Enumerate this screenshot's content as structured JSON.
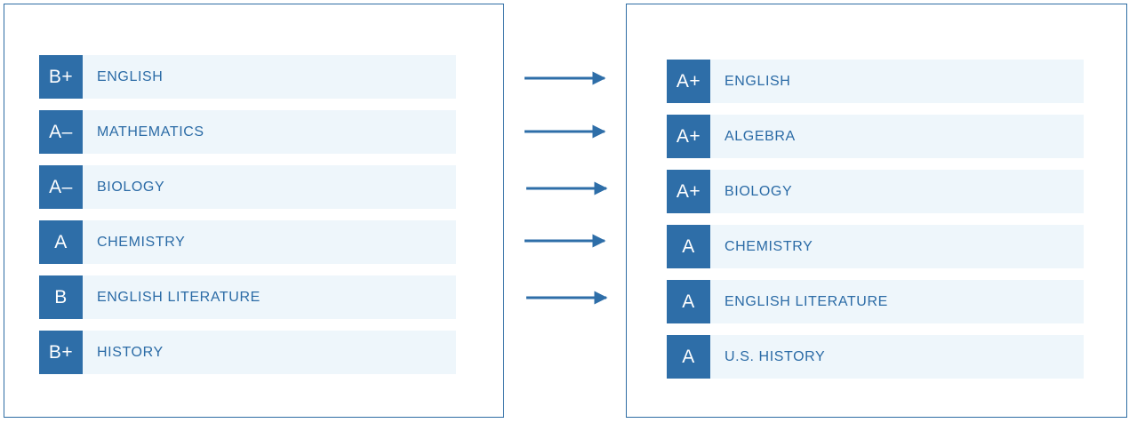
{
  "before": {
    "rows": [
      {
        "grade": "B+",
        "subject": "ENGLISH"
      },
      {
        "grade": "A–",
        "subject": "MATHEMATICS"
      },
      {
        "grade": "A–",
        "subject": "BIOLOGY"
      },
      {
        "grade": "A",
        "subject": "CHEMISTRY"
      },
      {
        "grade": "B",
        "subject": "ENGLISH LITERATURE"
      },
      {
        "grade": "B+",
        "subject": "HISTORY"
      }
    ]
  },
  "after": {
    "rows": [
      {
        "grade": "A+",
        "subject": "ENGLISH"
      },
      {
        "grade": "A+",
        "subject": "ALGEBRA"
      },
      {
        "grade": "A+",
        "subject": "BIOLOGY"
      },
      {
        "grade": "A",
        "subject": "CHEMISTRY"
      },
      {
        "grade": "A",
        "subject": "ENGLISH LITERATURE"
      },
      {
        "grade": "A",
        "subject": "U.S. HISTORY"
      }
    ]
  },
  "colors": {
    "accent": "#2e6ea8",
    "row_background": "#eef6fb",
    "text": "#2b6ba6",
    "border": "#2e6da4"
  },
  "arrow_count": 5
}
